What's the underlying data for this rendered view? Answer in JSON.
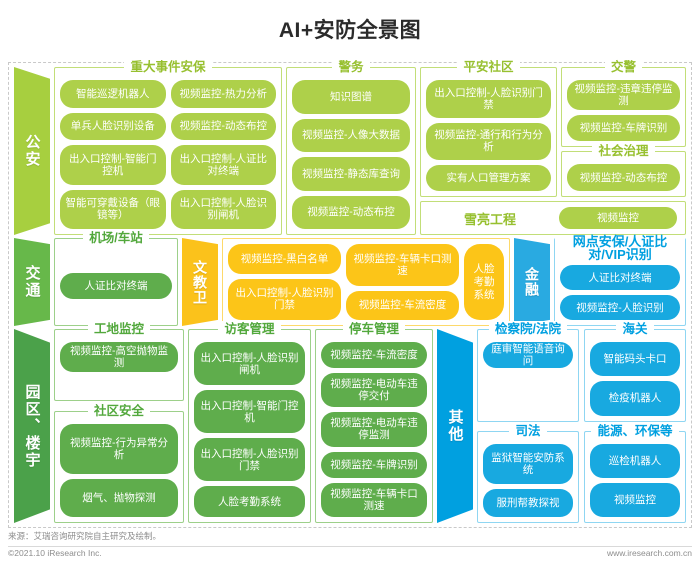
{
  "title": "AI+安防全景图",
  "bands": {
    "police": {
      "category": "公安",
      "groups": {
        "major_event": {
          "title": "重大事件安保",
          "col_a": [
            "智能巡逻机器人",
            "单兵人脸识别设备",
            "出入口控制-智能门控机",
            "智能可穿戴设备（眼镜等）"
          ],
          "col_b": [
            "视频监控-热力分析",
            "视频监控-动态布控",
            "出入口控制-人证比对终端",
            "出入口控制-人脸识别闸机"
          ]
        },
        "police_affairs": {
          "title": "警务",
          "items": [
            "知识图谱",
            "视频监控-人像大数据",
            "视频监控-静态库查询",
            "视频监控-动态布控"
          ]
        },
        "safe_community": {
          "title": "平安社区",
          "items": [
            "出入口控制-人脸识别门禁",
            "视频监控-通行和行为分析",
            "实有人口管理方案"
          ]
        },
        "traffic_police": {
          "title": "交警",
          "items": [
            "视频监控-违章违停监测",
            "视频监控-车牌识别"
          ]
        },
        "social_governance": {
          "title": "社会治理",
          "items": [
            "视频监控-动态布控"
          ]
        },
        "xueliang": {
          "title": "雪亮工程",
          "items": [
            "视频监控"
          ]
        }
      }
    },
    "traffic": {
      "category": "交通",
      "groups": {
        "airport_station": {
          "title": "机场/车站",
          "items": [
            "人证比对终端"
          ]
        },
        "education_health": {
          "category": "文教卫",
          "col_a": [
            "视频监控-黑白名单",
            "出入口控制-人脸识别门禁"
          ],
          "col_b": [
            "视频监控-车辆卡口测速",
            "视频监控-车流密度"
          ],
          "tall": "人脸考勤系统"
        },
        "finance": {
          "category": "金融",
          "title": "网点安保/人证比对/VIP识别",
          "items": [
            "人证比对终端",
            "视频监控-人脸识别"
          ]
        }
      }
    },
    "park": {
      "category": "园区、楼宇",
      "groups": {
        "site_monitor": {
          "title": "工地监控",
          "items": [
            "视频监控-高空抛物监测"
          ]
        },
        "community_safety": {
          "title": "社区安全",
          "items": [
            "视频监控-行为异常分析",
            "烟气、抛物探测"
          ]
        },
        "visitor_mgmt": {
          "title": "访客管理",
          "items": [
            "出入口控制-人脸识别闸机",
            "出入口控制-智能门控机",
            "出入口控制-人脸识别门禁",
            "人脸考勤系统"
          ]
        },
        "parking_mgmt": {
          "title": "停车管理",
          "items": [
            "视频监控-车流密度",
            "视频监控-电动车违停交付",
            "视频监控-电动车违停监测",
            "视频监控-车牌识别",
            "视频监控-车辆卡口测速"
          ]
        },
        "others": {
          "category": "其他",
          "procuratorate": {
            "title": "检察院/法院",
            "items": [
              "庭审智能语音询问"
            ]
          },
          "customs": {
            "title": "海关",
            "items": [
              "智能码头卡口",
              "检疫机器人"
            ]
          },
          "judicial": {
            "title": "司法",
            "items": [
              "监狱智能安防系统",
              "服刑帮教探视"
            ]
          },
          "energy_env": {
            "title": "能源、环保等",
            "items": [
              "巡检机器人",
              "视频监控"
            ]
          }
        }
      }
    }
  },
  "footer": {
    "source": "来源：艾瑞咨询研究院自主研究及绘制。",
    "copyright": "©2021.10 iResearch Inc.",
    "website": "www.iresearch.com.cn"
  },
  "colors": {
    "lime": "#aed04a",
    "green": "#5fad4c",
    "yellow": "#fcc518",
    "blue": "#18a9e0"
  }
}
